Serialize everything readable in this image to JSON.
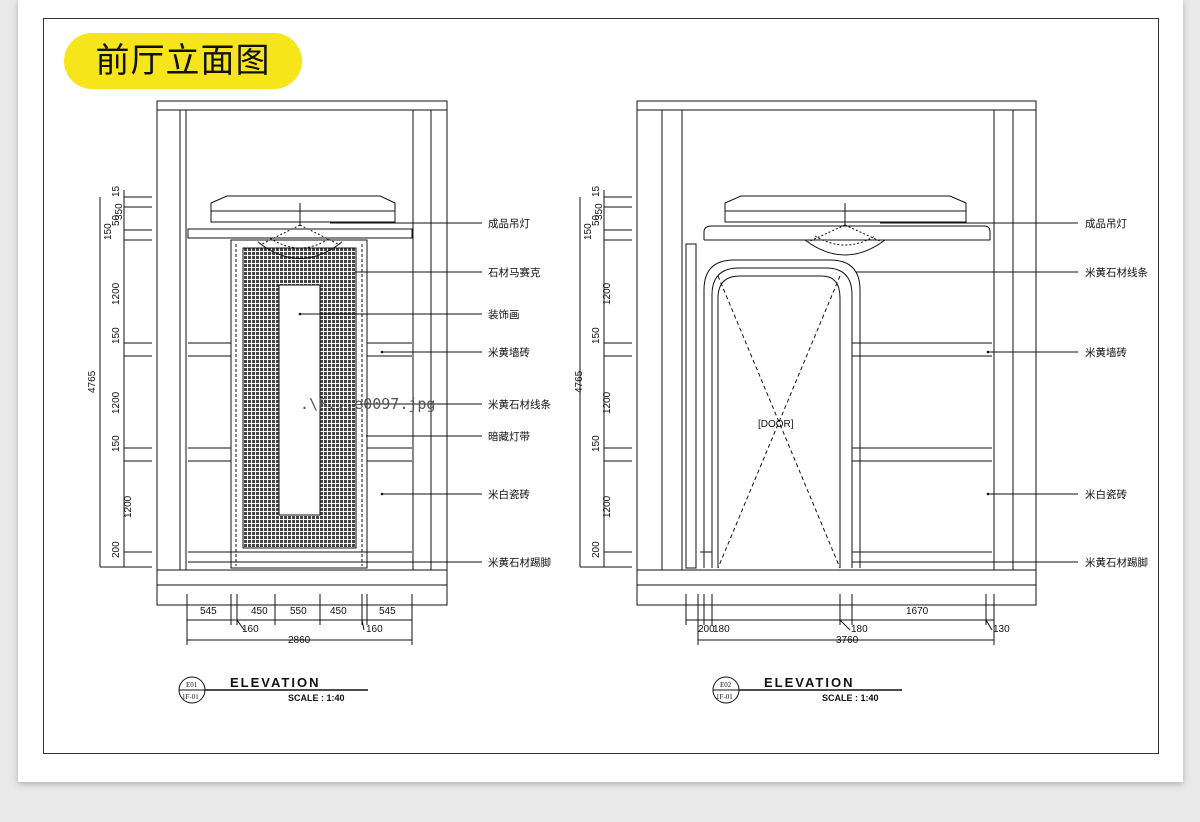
{
  "title": "前厅立面图",
  "watermark": ".\\F...e0097.jpg",
  "elevation1": {
    "callouts": [
      "成品吊灯",
      "石材马赛克",
      "装饰画",
      "米黄墙砖",
      "米黄石材线条",
      "暗藏灯带",
      "米白瓷砖",
      "米黄石材踢脚"
    ],
    "vertical_dims": [
      "15",
      "50",
      "150",
      "350",
      "1200",
      "150",
      "1200",
      "150",
      "1200",
      "200"
    ],
    "total_height": "4765",
    "bottom_dims": [
      "545",
      "450",
      "550",
      "450",
      "545"
    ],
    "sub_dims": [
      "160",
      "160"
    ],
    "total_width": "2860",
    "tag_top": "E01",
    "tag_bottom": "1F-01",
    "heading": "ELEVATION",
    "scale": "SCALE :   1:40"
  },
  "elevation2": {
    "callouts": [
      "成品吊灯",
      "米黄石材线条",
      "米黄墙砖",
      "米白瓷砖",
      "米黄石材踢脚"
    ],
    "vertical_dims": [
      "15",
      "50",
      "150",
      "350",
      "1200",
      "150",
      "1200",
      "150",
      "1200",
      "200"
    ],
    "total_height": "4765",
    "bottom_dims": [
      "1670"
    ],
    "sub_dims": [
      "200",
      "180",
      "180",
      "130"
    ],
    "total_width": "3760",
    "door_label": "[DOOR]",
    "tag_top": "E02",
    "tag_bottom": "1F-01",
    "heading": "ELEVATION",
    "scale": "SCALE :   1:40"
  }
}
